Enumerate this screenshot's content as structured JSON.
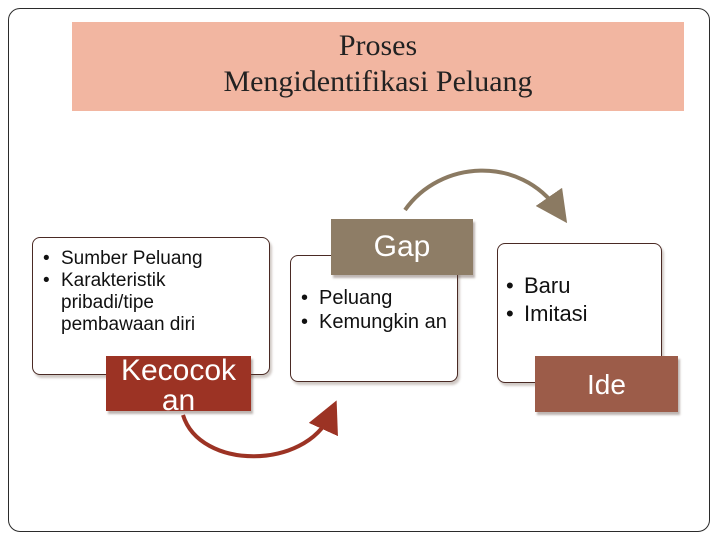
{
  "title": {
    "line1": "Proses",
    "line2": "Mengidentifikasi Peluang"
  },
  "cards": {
    "kecocokan": {
      "items": [
        "Sumber Peluang",
        "Karakteristik pribadi/tipe pembawaan diri"
      ],
      "tag": "Kecocok an"
    },
    "gap": {
      "items": [
        "Peluang",
        "Kemungkin an"
      ],
      "tag": "Gap"
    },
    "ide": {
      "items": [
        "Baru",
        "Imitasi"
      ],
      "tag": "Ide"
    }
  },
  "colors": {
    "title_bg": "#f2b6a1",
    "kecocokan_tag": "#9c3324",
    "gap_tag": "#8e7d66",
    "ide_tag": "#9c5c49",
    "arrow_brown": "#8b7a62",
    "arrow_red": "#9c3324"
  }
}
